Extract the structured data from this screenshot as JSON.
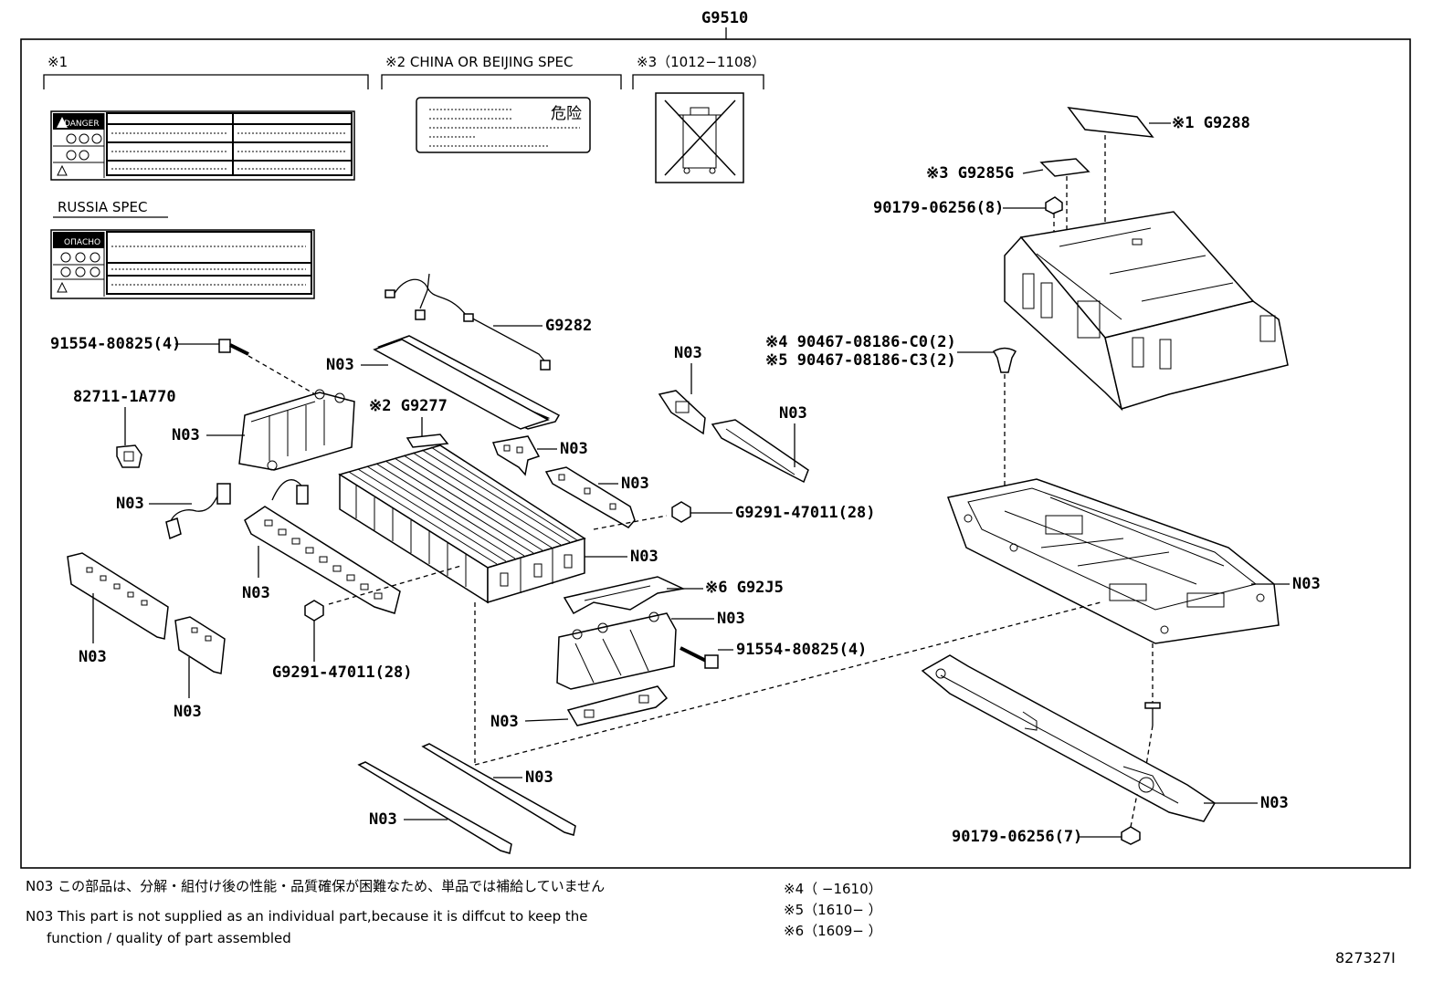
{
  "diagram": {
    "assembly_code": "G9510",
    "sections": {
      "s1": "※1",
      "s2": "※2 CHINA OR BEIJING SPEC",
      "s3": "※3（1012−1108）",
      "russia": "RUSSIA SPEC"
    },
    "label_text": {
      "danger": "DANGER",
      "danger_cn": "危险",
      "danger_ru": "ОПАСНО"
    },
    "callouts": {
      "g9288": "※1 G9288",
      "g9285g": "※3 G9285G",
      "bolt_90179_8": "90179-06256(8)",
      "g9282": "G9282",
      "bolt_91554_top": "91554-80825(4)",
      "n03_strap_top": "N03",
      "clip_90467_c0": "※4 90467-08186-C0(2)",
      "clip_90467_c3": "※5 90467-08186-C3(2)",
      "part_82711": "82711-1A770",
      "g9277": "※2 G9277",
      "n03_bracket_right": "N03",
      "n03_bracket_right2": "N03",
      "n03_endplate": "N03",
      "n03_bus1": "N03",
      "n03_bus2": "N03",
      "n03_cable": "N03",
      "g9291_right": "G9291-47011(28)",
      "n03_cellstack": "N03",
      "n03_tray": "N03",
      "n03_bus_left": "N03",
      "g92j5": "※6 G92J5",
      "n03_bracket_front": "N03",
      "bolt_91554_bottom": "91554-80825(4)",
      "n03_small_left": "N03",
      "n03_small_left2": "N03",
      "g9291_left": "G9291-47011(28)",
      "n03_bracket_low": "N03",
      "n03_rod1": "N03",
      "n03_rod2": "N03",
      "n03_frame": "N03",
      "bolt_90179_7": "90179-06256(7)"
    }
  },
  "notes": {
    "jp": "N03 この部品は、分解・組付け後の性能・品質確保が困難なため、単品では補給していません",
    "en_line1": "N03 This part is not supplied as an  individual part,because it is diffcut to keep the",
    "en_line2": "function / quality of part assembled",
    "spec4": "※4（      −1610）",
    "spec5": "※5（1610−      ）",
    "spec6": "※6（1609−      ）"
  },
  "illustration_id": "827327I"
}
